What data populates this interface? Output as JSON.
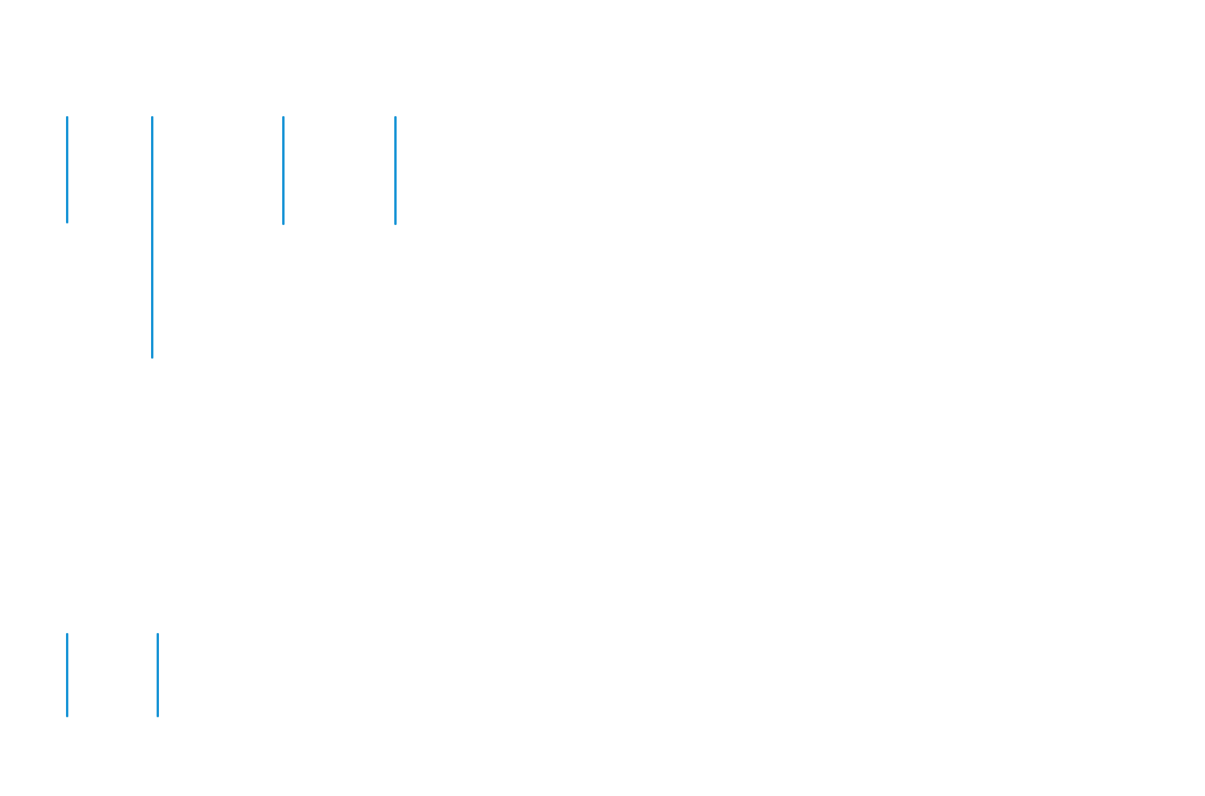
{
  "colors": {
    "background": "#ffffff",
    "line": "#1a95d6"
  },
  "lines": [
    {
      "id": "l1"
    },
    {
      "id": "l2"
    },
    {
      "id": "l3"
    },
    {
      "id": "l4"
    },
    {
      "id": "l5"
    },
    {
      "id": "l6"
    }
  ]
}
